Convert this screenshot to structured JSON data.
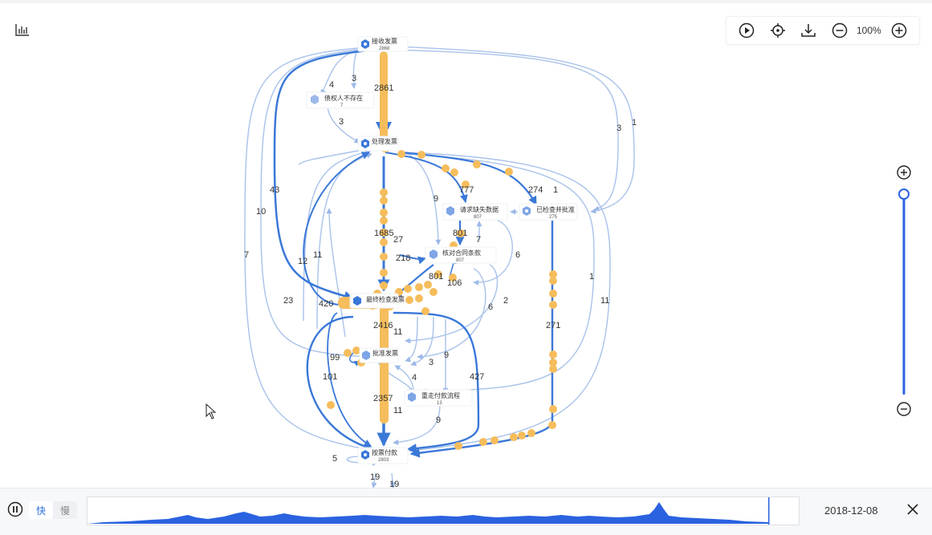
{
  "toolbar": {
    "zoom": "100%",
    "icons": [
      "play-icon",
      "locate-icon",
      "download-icon",
      "zoom-out-icon",
      "zoom-in-icon"
    ]
  },
  "nodes": {
    "receive": {
      "label": "接收发票",
      "count": "2868"
    },
    "bad": {
      "label": "债权人不存在",
      "count": "7"
    },
    "scan": {
      "label": "处理发票",
      "count": ""
    },
    "missing": {
      "label": "请求缺失数据",
      "count": "807"
    },
    "approved": {
      "label": "已检查并批准",
      "count": "275"
    },
    "contract": {
      "label": "核对合同条款",
      "count": "807"
    },
    "final": {
      "label": "最终检查发票",
      "count": ""
    },
    "approve": {
      "label": "批准发票",
      "count": ""
    },
    "redo": {
      "label": "重走付款流程",
      "count": "13"
    },
    "pay": {
      "label": "按票付款",
      "count": "2803"
    }
  },
  "edges": {
    "e2861": "2861",
    "e4": "4",
    "e3a": "3",
    "e3b": "3",
    "e3c": "3",
    "e1a": "1",
    "e43": "43",
    "e10": "10",
    "e7a": "7",
    "e9a": "9",
    "e777": "777",
    "e274": "274",
    "e1b": "1",
    "e1685": "1685",
    "e27": "27",
    "e801a": "801",
    "e7b": "7",
    "e218": "218",
    "e6a": "6",
    "e11a": "11",
    "e12": "12",
    "e801b": "801",
    "e106": "106",
    "e23": "23",
    "e420": "420",
    "e6b": "6",
    "e2a": "2",
    "e1c": "1",
    "e11b": "11",
    "e271": "271",
    "e2416": "2416",
    "e11c": "11",
    "e99": "99",
    "e9b": "9",
    "e3d": "3",
    "e4b": "4",
    "e427": "427",
    "e101": "101",
    "e2357": "2357",
    "e11d": "11",
    "e9c": "9",
    "e5": "5",
    "e19a": "19",
    "e19b": "19"
  },
  "player": {
    "fast": "快",
    "slow": "慢",
    "date": "2018-12-08"
  },
  "colors": {
    "edge": "#3a78d8",
    "edgeLight": "#9bb8e8",
    "token": "#f6bd5c",
    "node": "#4a86e8",
    "timeline": "#2a62e0"
  }
}
